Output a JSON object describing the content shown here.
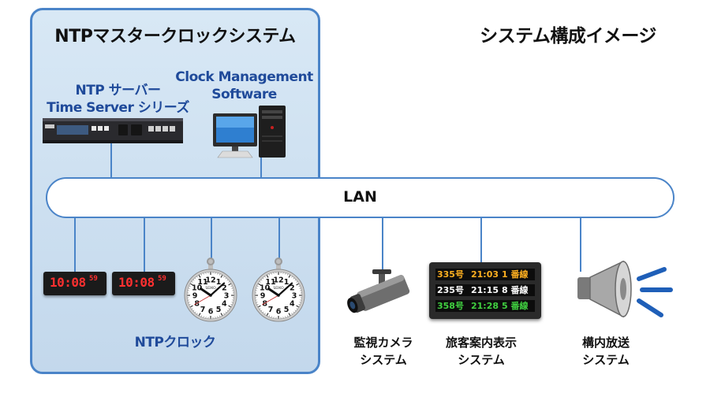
{
  "master_system": {
    "title": "NTPマスタークロックシステム"
  },
  "page_title": "システム構成イメージ",
  "ntp_server": {
    "label_line1": "NTP サーバー",
    "label_line2": "Time Server シリーズ"
  },
  "clock_management": {
    "label_line1": "Clock Management",
    "label_line2": "Software"
  },
  "lan": {
    "label": "LAN"
  },
  "digital_clocks": [
    {
      "time": "10:08",
      "seconds": "59"
    },
    {
      "time": "10:08",
      "seconds": "59"
    }
  ],
  "analog_clock": {
    "brand": "SEIKO",
    "numerals": [
      "12",
      "1",
      "2",
      "3",
      "4",
      "5",
      "6",
      "7",
      "8",
      "9",
      "10",
      "11"
    ]
  },
  "ntp_clock_label": "NTPクロック",
  "camera_system": {
    "label_line1": "監視カメラ",
    "label_line2": "システム"
  },
  "display_system": {
    "label_line1": "旅客案内表示",
    "label_line2": "システム"
  },
  "broadcast_system": {
    "label_line1": "構内放送",
    "label_line2": "システム"
  },
  "departure_board": {
    "rows": [
      {
        "train": "335号",
        "time": "21:03",
        "track": "1 番線",
        "color": "#ffb020"
      },
      {
        "train": "235号",
        "time": "21:15",
        "track": "8 番線",
        "color": "#ffffff"
      },
      {
        "train": "358号",
        "time": "21:28",
        "track": "5 番線",
        "color": "#40d040"
      }
    ]
  },
  "colors": {
    "accent": "#4a84c8",
    "label_blue": "#1f4a9a",
    "speaker_waves": "#1f5fb8"
  }
}
